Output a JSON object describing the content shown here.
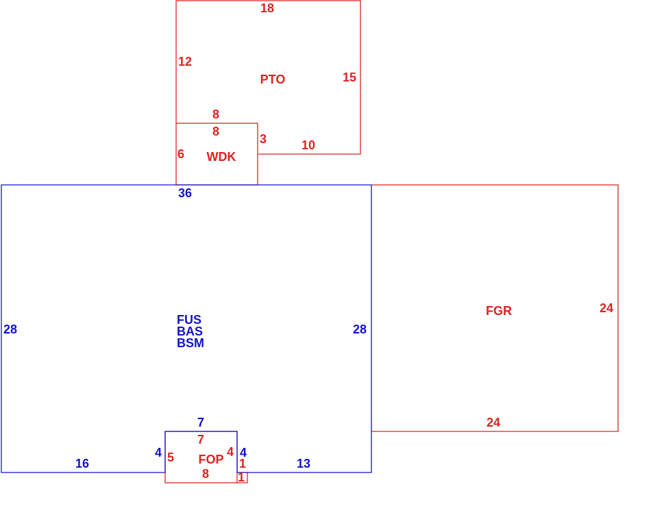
{
  "colors": {
    "red": "#dd2222",
    "blue": "#1111cc"
  },
  "areas": {
    "pto": {
      "label": "PTO"
    },
    "wdk": {
      "label": "WDK"
    },
    "main": {
      "lines": [
        "FUS",
        "BAS",
        "BSM"
      ]
    },
    "fgr": {
      "label": "FGR"
    },
    "fop": {
      "label": "FOP"
    }
  },
  "dimensions": {
    "pto_top": "18",
    "pto_left": "12",
    "pto_right": "15",
    "pto_bottom_inner": "8",
    "pto_bottom_right": "10",
    "pto_step": "3",
    "wdk_top": "8",
    "wdk_left": "6",
    "main_top": "36",
    "main_left": "28",
    "main_right": "28",
    "main_bottom_left": "16",
    "main_bottom_right": "13",
    "main_notch_left": "4",
    "main_notch_top": "7",
    "main_notch_right": "4",
    "fgr_right": "24",
    "fgr_bottom": "24",
    "fop_top": "7",
    "fop_left": "5",
    "fop_right": "4",
    "fop_bottom": "8",
    "fop_small_right": "1",
    "fop_small_bottom": "1"
  }
}
